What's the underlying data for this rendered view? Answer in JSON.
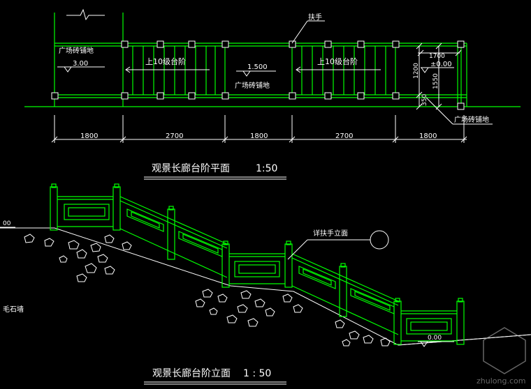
{
  "plan": {
    "title": "观景长廊台阶平面",
    "scale": "1:50",
    "label_plaza_left": "广场砖铺地",
    "level_left": "3.00",
    "label_up_left": "上10级台阶",
    "label_up_right": "上10级台阶",
    "level_mid": "1.500",
    "label_plaza_mid": "广场砖铺地",
    "label_handrail": "扶手",
    "level_right": "±0.00",
    "label_plaza_right": "广场砖铺地",
    "dims": [
      "1800",
      "2700",
      "1800",
      "2700",
      "1800"
    ],
    "dim_right_width": "1700",
    "dim_v1": "1200",
    "dim_v2": "1550",
    "dim_v3": "350"
  },
  "elevation": {
    "title": "观景长廊台阶立面",
    "scale": "1 : 50",
    "label_detail": "详扶手立面",
    "level_left_partial": "00",
    "label_wall": "毛石墙",
    "level_right": "0.00"
  },
  "watermark": "zhulong.com"
}
